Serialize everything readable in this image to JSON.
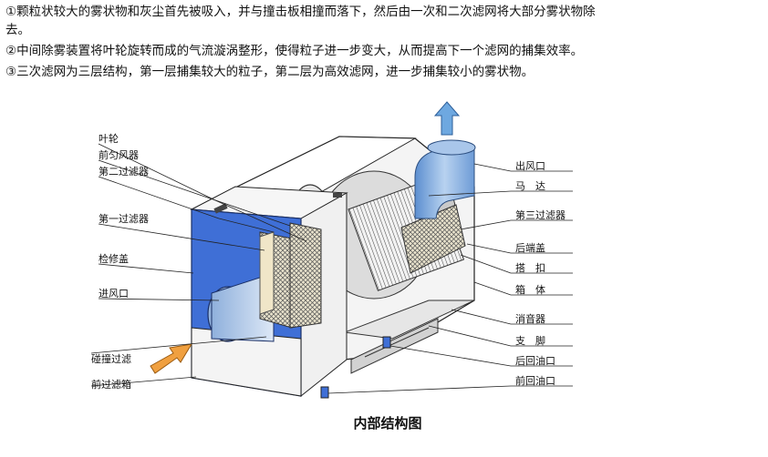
{
  "paragraphs": {
    "p1_line1": "①颗粒状较大的雾状物和灰尘首先被吸入，并与撞击板相撞而落下，然后由一次和二次滤网将大部分雾状物除",
    "p1_line2": "去。",
    "p2": "②中间除雾装置将叶轮旋转而成的气流漩涡整形，使得粒子进一步变大，从而提高下一个滤网的捕集效率。",
    "p3": "③三次滤网为三层结构，第一层捕集较大的粒子，第二层为高效滤网，进一步捕集较小的雾状物。"
  },
  "labels_left": [
    "叶轮",
    "前匀风器",
    "第二过滤器",
    "第一过滤器",
    "检修盖",
    "进风口",
    "碰撞过滤",
    "前过滤箱"
  ],
  "labels_right": [
    "出风口",
    "马　达",
    "第三过滤器",
    "后端盖",
    "搭　扣",
    "箱　体",
    "消音器",
    "支　脚",
    "后回油口",
    "前回油口"
  ],
  "caption": "内部结构图",
  "colors": {
    "panel_blue": "#3f6fd6",
    "duct_blue": "#8fb4e0",
    "arrow_orange": "#f0a040",
    "arrow_blue": "#5a9bd6"
  }
}
